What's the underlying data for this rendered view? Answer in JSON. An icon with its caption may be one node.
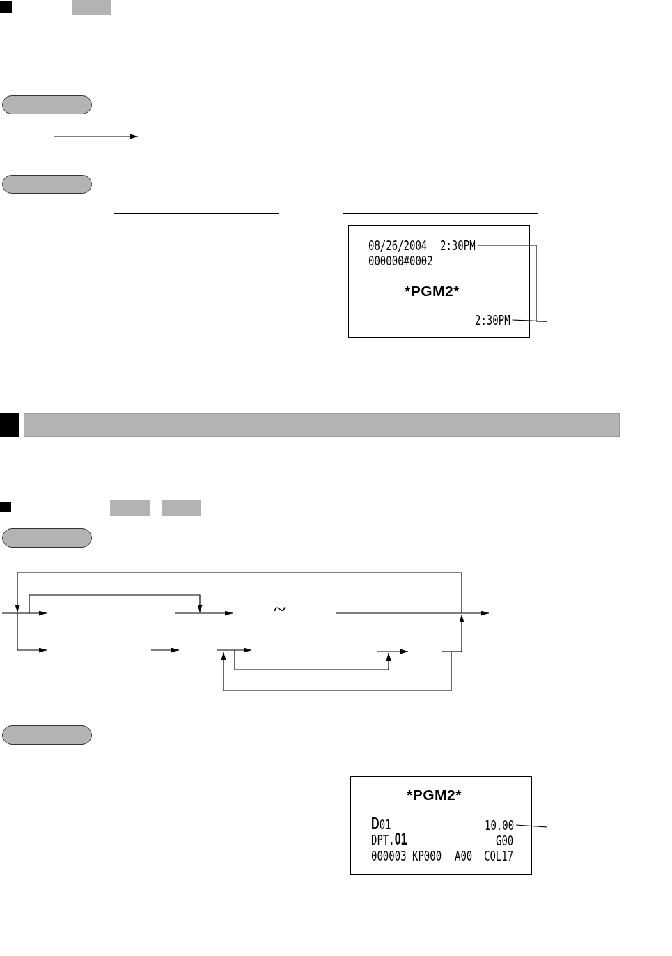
{
  "diagram": {
    "nodes": [
      {
        "text": [],
        "shape": "pill"
      },
      {
        "text": [],
        "shape": "pill"
      },
      {
        "text": [
          "08/26/2004",
          "000000#0002",
          "*PGM2*"
        ]
      },
      {
        "text": [
          "2:30PM"
        ],
        "in": 2
      },
      {
        "text": [
          "2:30PM"
        ],
        "in": 2
      },
      {
        "text": [],
        "shape": "bar"
      },
      {
        "text": [],
        "shape": "pill"
      },
      {
        "text": [],
        "shape": "pill"
      },
      {
        "text": [
          "*PGM2*",
          "**D**01",
          "DPT.**01**",
          "G00",
          "000003 KP000",
          "A00",
          "COL17"
        ]
      },
      {
        "text": [
          "10.00"
        ],
        "in": 8
      }
    ],
    "edges": [
      {
        "from": null,
        "to": 3,
        "arrow": "none"
      },
      {
        "from": null,
        "to": 4,
        "arrow": "none"
      },
      {
        "from": null,
        "to": 9,
        "arrow": "none"
      }
    ],
    "labels": [
      "~"
    ]
  }
}
